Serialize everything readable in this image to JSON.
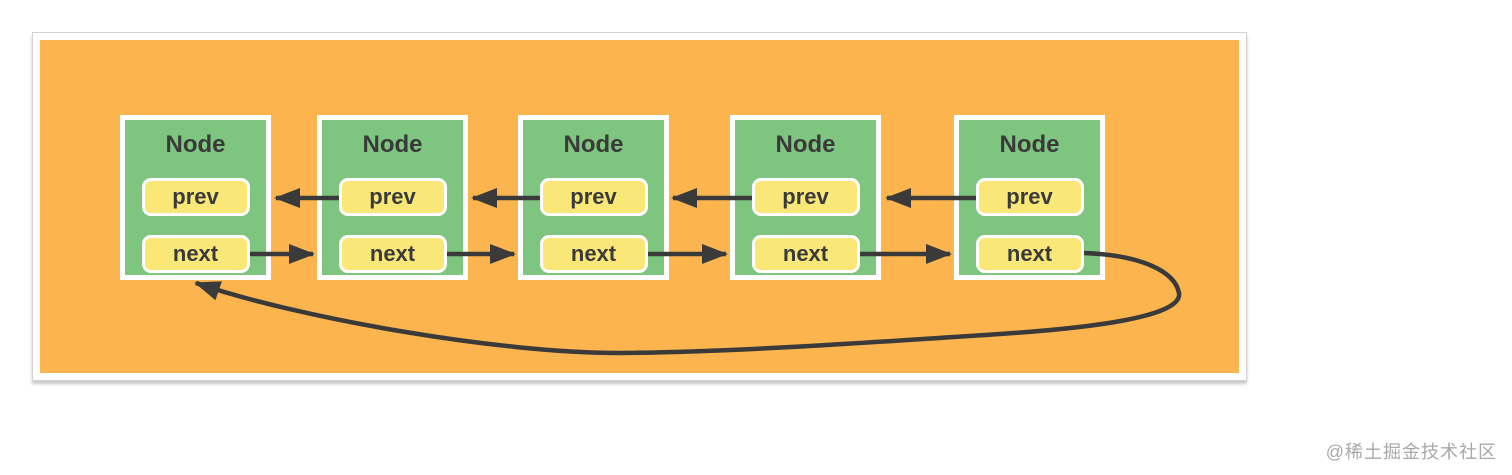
{
  "diagram": {
    "type": "circular-doubly-linked-list",
    "nodes": [
      {
        "title": "Node",
        "prev_label": "prev",
        "next_label": "next"
      },
      {
        "title": "Node",
        "prev_label": "prev",
        "next_label": "next"
      },
      {
        "title": "Node",
        "prev_label": "prev",
        "next_label": "next"
      },
      {
        "title": "Node",
        "prev_label": "prev",
        "next_label": "next"
      },
      {
        "title": "Node",
        "prev_label": "prev",
        "next_label": "next"
      }
    ],
    "edges": {
      "prev_arrows": [
        "node2.prev -> node1",
        "node3.prev -> node2",
        "node4.prev -> node3",
        "node5.prev -> node4"
      ],
      "next_arrows": [
        "node1.next -> node2",
        "node2.next -> node3",
        "node3.next -> node4",
        "node4.next -> node5"
      ],
      "circular_arrow": "node5.next -> node1"
    },
    "watermark": "@稀土掘金技术社区"
  },
  "colors": {
    "panel-bg": "#fbb44e",
    "node-green": "#7ec57f",
    "field-yellow": "#f9e878",
    "ink": "#3a3a3a",
    "frame-border": "#d2d2d2",
    "watermark": "#a8a8a8"
  }
}
